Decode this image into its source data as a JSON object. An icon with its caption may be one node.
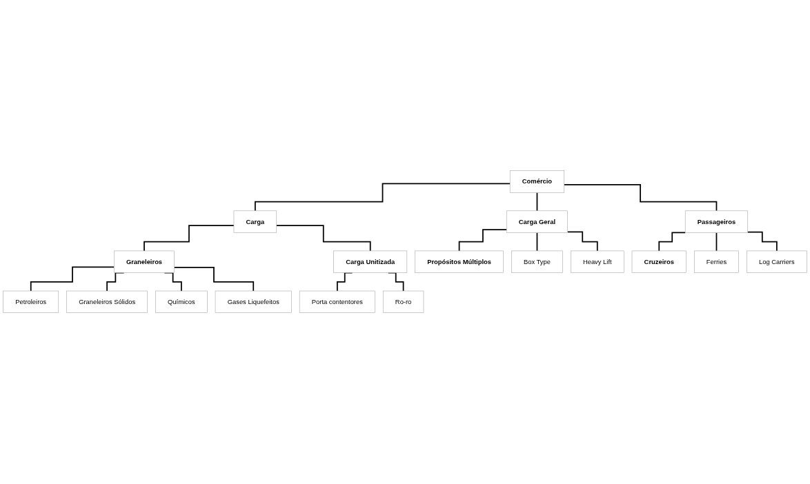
{
  "diagram": {
    "nodes": [
      {
        "text": [
          "Comércio"
        ]
      },
      {
        "text": [
          "Carga"
        ]
      },
      {
        "text": [
          "Carga Geral"
        ]
      },
      {
        "text": [
          "Passageiros"
        ]
      },
      {
        "text": [
          "Graneleiros"
        ]
      },
      {
        "text": [
          "Carga Unitizada"
        ]
      },
      {
        "text": [
          "Petroleiros"
        ]
      },
      {
        "text": [
          "Graneleiros Sólidos"
        ]
      },
      {
        "text": [
          "Químicos"
        ]
      },
      {
        "text": [
          "Gases Liquefeitos"
        ]
      },
      {
        "text": [
          "Porta contentores"
        ]
      },
      {
        "text": [
          "Ro-ro"
        ]
      },
      {
        "text": [
          "Propósitos Múltiplos"
        ]
      },
      {
        "text": [
          "Box Type"
        ]
      },
      {
        "text": [
          "Heavy Lift"
        ]
      },
      {
        "text": [
          "Cruzeiros"
        ]
      },
      {
        "text": [
          "Ferries"
        ]
      },
      {
        "text": [
          "Log Carriers"
        ]
      }
    ],
    "edges": [
      {
        "from": 0,
        "to": 1,
        "arrow": "none"
      },
      {
        "from": 0,
        "to": 2,
        "arrow": "none"
      },
      {
        "from": 0,
        "to": 3,
        "arrow": "none"
      },
      {
        "from": 1,
        "to": 4,
        "arrow": "none"
      },
      {
        "from": 1,
        "to": 5,
        "arrow": "none"
      },
      {
        "from": 4,
        "to": 6,
        "arrow": "none"
      },
      {
        "from": 4,
        "to": 7,
        "arrow": "none"
      },
      {
        "from": 4,
        "to": 8,
        "arrow": "none"
      },
      {
        "from": 4,
        "to": 9,
        "arrow": "none"
      },
      {
        "from": 5,
        "to": 10,
        "arrow": "none"
      },
      {
        "from": 5,
        "to": 11,
        "arrow": "none"
      },
      {
        "from": 2,
        "to": 12,
        "arrow": "none"
      },
      {
        "from": 2,
        "to": 13,
        "arrow": "none"
      },
      {
        "from": 2,
        "to": 14,
        "arrow": "none"
      },
      {
        "from": 3,
        "to": 15,
        "arrow": "none"
      },
      {
        "from": 3,
        "to": 16,
        "arrow": "none"
      },
      {
        "from": 3,
        "to": 17,
        "arrow": "none"
      }
    ]
  }
}
